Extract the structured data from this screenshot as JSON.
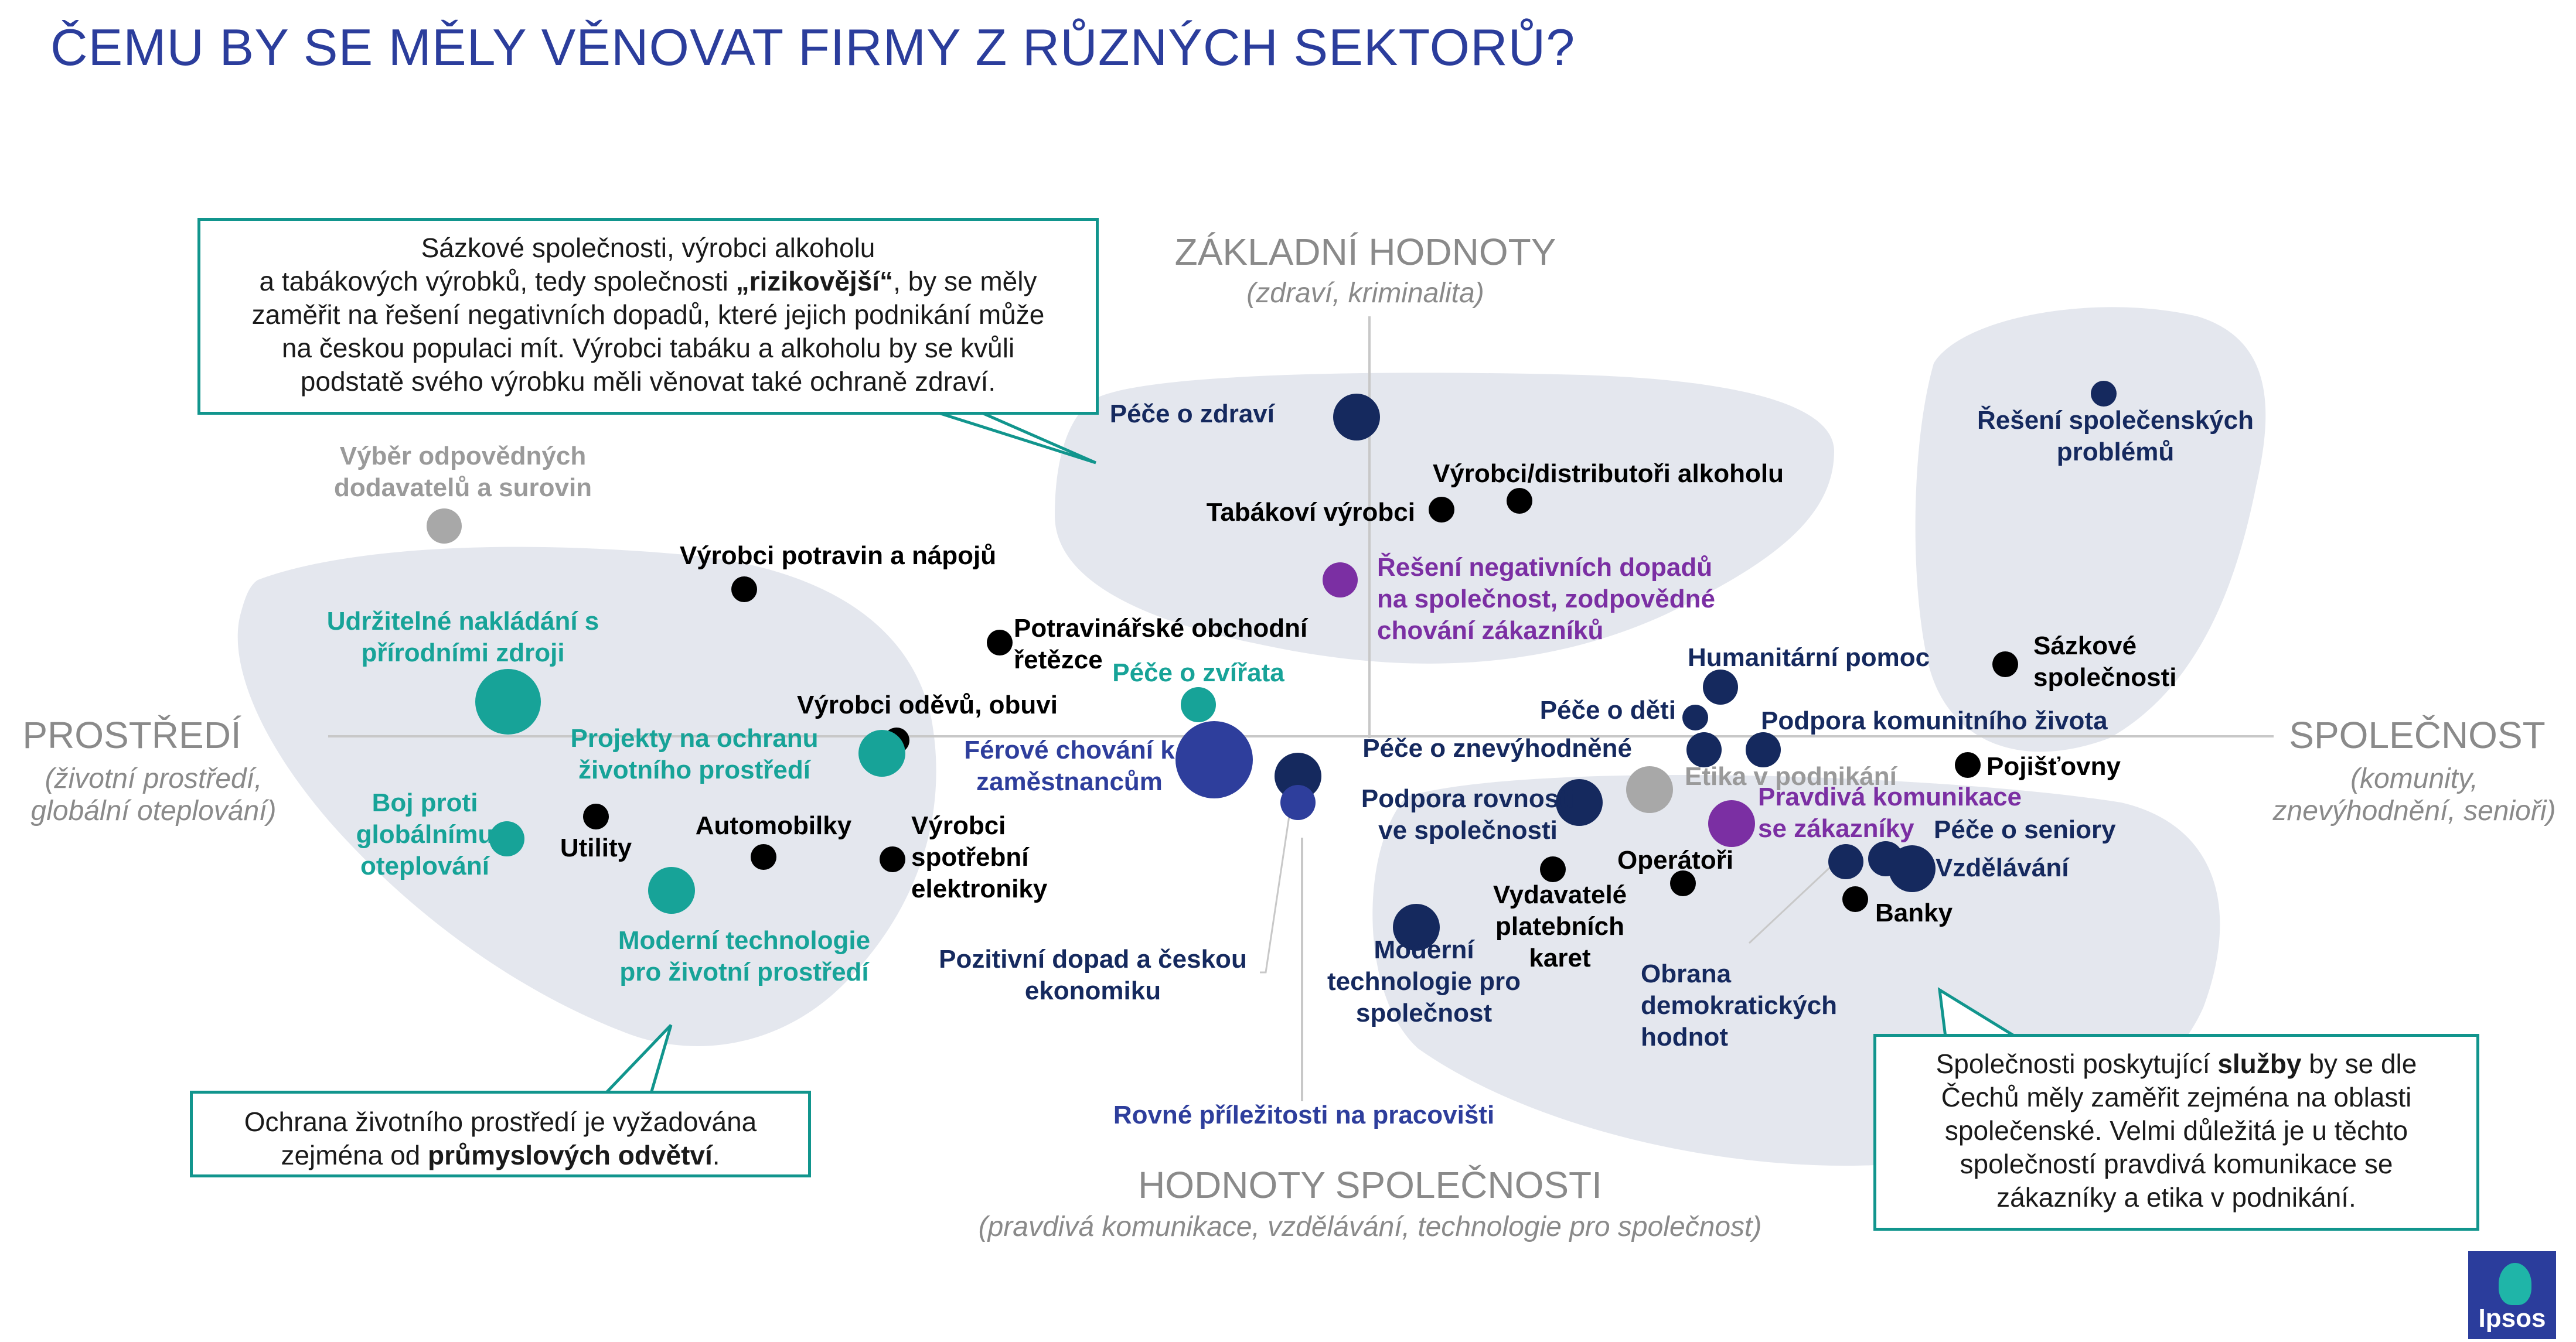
{
  "title": "ČEMU BY SE MĚLY VĚNOVAT FIRMY Z RŮZNÝCH SEKTORŮ?",
  "axes": {
    "top": {
      "title": "ZÁKLADNÍ HODNOTY",
      "subtitle": "(zdraví, kriminalita)"
    },
    "bottom": {
      "title": "HODNOTY SPOLEČNOSTI",
      "subtitle": "(pravdivá komunikace, vzdělávání, technologie pro společnost)"
    },
    "left": {
      "title": "PROSTŘEDÍ",
      "subtitle_1": "(životní prostředí,",
      "subtitle_2": "globální oteplování)"
    },
    "right": {
      "title": "SPOLEČNOST",
      "subtitle_1": "(komunity,",
      "subtitle_2": "znevýhodnění, senioři)"
    }
  },
  "colors": {
    "navy": "#15295e",
    "black": "#000000",
    "teal": "#17a398",
    "purple": "#7b2fa3",
    "gray": "#a8a8a8",
    "royal": "#2e3e9c",
    "blob": "#e4e7ee",
    "callout_border": "#11958d"
  },
  "callouts": {
    "top_left": {
      "line1": "Sázkové společnosti, výrobci alkoholu",
      "line2_pre": "a tabákových výrobků, tedy společnosti ",
      "line2_bold": "„rizikovější“",
      "line2_post": ", by se měly",
      "line3": "zaměřit na řešení negativních dopadů, které jejich podnikání může",
      "line4": "na českou populaci mít. Výrobci tabáku a alkoholu by se kvůli",
      "line5": "podstatě svého výrobku měli věnovat také ochraně zdraví."
    },
    "bottom_left": {
      "line1": "Ochrana životního prostředí je vyžadována",
      "line2_pre": "zejména od ",
      "line2_bold": "průmyslových odvětví",
      "line2_post": "."
    },
    "bottom_right": {
      "line1_pre": "Společnosti poskytující ",
      "line1_bold": "služby",
      "line1_post": " by se dle",
      "line2": "Čechů měly zaměřit zejména na oblasti",
      "line3": "společenské. Velmi důležitá je u těchto",
      "line4": "společností pravdivá komunikace se",
      "line5": "zákazníky a etika v podnikání."
    }
  },
  "points": [
    {
      "name": "pece-o-zdravi",
      "label": [
        "Péče o zdraví"
      ],
      "color": "navy",
      "r": "large"
    },
    {
      "name": "vyrobci-alkoholu",
      "label": [
        "Výrobci/distributoři alkoholu"
      ],
      "color": "black",
      "r": "small"
    },
    {
      "name": "tabakovi-vyrobci",
      "label": [
        "Tabákoví výrobci"
      ],
      "color": "black",
      "r": "small"
    },
    {
      "name": "reseni-negativnich-dopadu",
      "label": [
        "Řešení negativních dopadů",
        "na společnost, zodpovědné",
        "chování zákazníků"
      ],
      "color": "purple",
      "r": "medium"
    },
    {
      "name": "reseni-spolecenskych-problemu",
      "label": [
        "Řešení společenských",
        "problémů"
      ],
      "color": "navy",
      "r": "small"
    },
    {
      "name": "vyber-dodavatelu",
      "label": [
        "Výběr odpovědných",
        "dodavatelů a surovin"
      ],
      "color": "gray",
      "r": "medium"
    },
    {
      "name": "vyrobci-potravin",
      "label": [
        "Výrobci potravin a nápojů"
      ],
      "color": "black",
      "r": "small"
    },
    {
      "name": "udrzitelne-nakladani",
      "label": [
        "Udržitelné nakládání s",
        "přírodními zdroji"
      ],
      "color": "teal",
      "r": "xlarge"
    },
    {
      "name": "potravinarske-retezce",
      "label": [
        "Potravinářské obchodní",
        "řetězce"
      ],
      "color": "black",
      "r": "small"
    },
    {
      "name": "pece-o-zvirata",
      "label": [
        "Péče o zvířata"
      ],
      "color": "teal",
      "r": "medium"
    },
    {
      "name": "vyrobci-odevu",
      "label": [
        "Výrobci oděvů, obuvi"
      ],
      "color": "black",
      "r": "small"
    },
    {
      "name": "projekty-ochrana-zp",
      "label": [
        "Projekty na ochranu",
        "životního prostředí"
      ],
      "color": "teal",
      "r": "large"
    },
    {
      "name": "ferove-chovani",
      "label": [
        "Férové chování k",
        "zaměstnancům"
      ],
      "color": "royal",
      "r": "xxlarge"
    },
    {
      "name": "pozitivni-dopad-ekonomika",
      "label": [
        "Pozitivní dopad a českou",
        "ekonomiku"
      ],
      "color": "navy",
      "r": "large"
    },
    {
      "name": "rovne-prilezitosti",
      "label": [
        "Rovné příležitosti na pracovišti"
      ],
      "color": "royal",
      "r": "medium"
    },
    {
      "name": "boj-proti-oteplovani",
      "label": [
        "Boj proti",
        "globálnímu",
        "oteplování"
      ],
      "color": "teal",
      "r": "medium"
    },
    {
      "name": "utility",
      "label": [
        "Utility"
      ],
      "color": "black",
      "r": "small"
    },
    {
      "name": "automobilky",
      "label": [
        "Automobilky"
      ],
      "color": "black",
      "r": "small"
    },
    {
      "name": "vyrobci-elektroniky",
      "label": [
        "Výrobci",
        "spotřební",
        "elektroniky"
      ],
      "color": "black",
      "r": "small"
    },
    {
      "name": "moderni-technologie-zp",
      "label": [
        "Moderní technologie",
        "pro životní prostředí"
      ],
      "color": "teal",
      "r": "large"
    },
    {
      "name": "humanitarni-pomoc",
      "label": [
        "Humanitární pomoc"
      ],
      "color": "navy",
      "r": "medium"
    },
    {
      "name": "sazkove-spolecnosti",
      "label": [
        "Sázkové",
        "společnosti"
      ],
      "color": "black",
      "r": "small"
    },
    {
      "name": "pece-o-deti",
      "label": [
        "Péče o děti"
      ],
      "color": "navy",
      "r": "small"
    },
    {
      "name": "podpora-komunitniho-zivota",
      "label": [
        "Podpora komunitního života"
      ],
      "color": "navy",
      "r": "medium"
    },
    {
      "name": "pece-o-znevyhodnene",
      "label": [
        "Péče o znevýhodněné"
      ],
      "color": "navy",
      "r": "medium"
    },
    {
      "name": "etika-v-podnikani",
      "label": [
        "Etika v podnikání"
      ],
      "color": "gray",
      "r": "large"
    },
    {
      "name": "pojistovny",
      "label": [
        "Pojišťovny"
      ],
      "color": "black",
      "r": "small"
    },
    {
      "name": "podpora-rovnosti",
      "label": [
        "Podpora rovnosti",
        "ve společnosti"
      ],
      "color": "navy",
      "r": "large"
    },
    {
      "name": "pravdiva-komunikace",
      "label": [
        "Pravdivá komunikace",
        "se zákazníky"
      ],
      "color": "purple",
      "r": "large"
    },
    {
      "name": "pece-o-seniory",
      "label": [
        "Péče o seniory"
      ],
      "color": "navy",
      "r": "medium"
    },
    {
      "name": "vzdelavani",
      "label": [
        "Vzdělávání"
      ],
      "color": "navy",
      "r": "large"
    },
    {
      "name": "operatori",
      "label": [
        "Operátoři"
      ],
      "color": "black",
      "r": "small"
    },
    {
      "name": "vydavatele-karet",
      "label": [
        "Vydavatelé",
        "platebních",
        "karet"
      ],
      "color": "black",
      "r": "small"
    },
    {
      "name": "banky",
      "label": [
        "Banky"
      ],
      "color": "black",
      "r": "small"
    },
    {
      "name": "moderni-technologie-spolecnost",
      "label": [
        "Moderní",
        "technologie pro",
        "společnost"
      ],
      "color": "navy",
      "r": "large"
    },
    {
      "name": "obrana-demokratickych-hodnot",
      "label": [
        "Obrana",
        "demokratických",
        "hodnot"
      ],
      "color": "navy",
      "r": "medium"
    }
  ],
  "logo": "Ipsos"
}
